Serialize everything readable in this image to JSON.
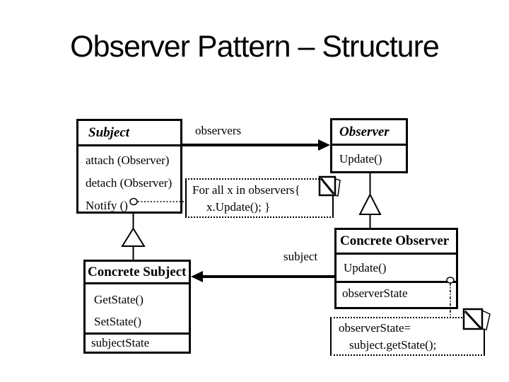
{
  "slide": {
    "title": "Observer Pattern – Structure"
  },
  "colors": {
    "ink": "#000000",
    "background": "#ffffff"
  },
  "diagram": {
    "classes": {
      "subject": {
        "name": "Subject",
        "methods": [
          "attach (Observer)",
          "detach (Observer)",
          "Notify ()"
        ]
      },
      "observer": {
        "name": "Observer",
        "methods": [
          "Update()"
        ]
      },
      "concrete_subject": {
        "name": "Concrete Subject",
        "methods": [
          "GetState()",
          "SetState()"
        ],
        "attributes": [
          "subjectState"
        ]
      },
      "concrete_observer": {
        "name": "Concrete Observer",
        "methods": [
          "Update()"
        ],
        "attributes": [
          "observerState"
        ]
      }
    },
    "associations": {
      "observers_label": "observers",
      "subject_label": "subject"
    },
    "notes": {
      "notify_note": {
        "line1": "For all x in observers{",
        "line2": "x.Update(); }"
      },
      "update_note": {
        "line1": "observerState=",
        "line2": "subject.getState();"
      }
    }
  }
}
